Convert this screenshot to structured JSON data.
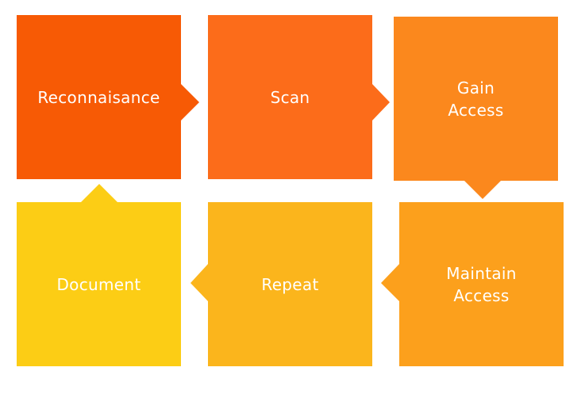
{
  "steps": [
    {
      "id": "recon",
      "label": "Reconnaisance",
      "color": "#f75a05"
    },
    {
      "id": "scan",
      "label": "Scan",
      "color": "#fc6c1a"
    },
    {
      "id": "gain",
      "label": "Gain\nAccess",
      "color": "#fb881d"
    },
    {
      "id": "maintain",
      "label": "Maintain\nAccess",
      "color": "#fca01c"
    },
    {
      "id": "repeat",
      "label": "Repeat",
      "color": "#fbb51c"
    },
    {
      "id": "document",
      "label": "Document",
      "color": "#fccd15"
    }
  ]
}
